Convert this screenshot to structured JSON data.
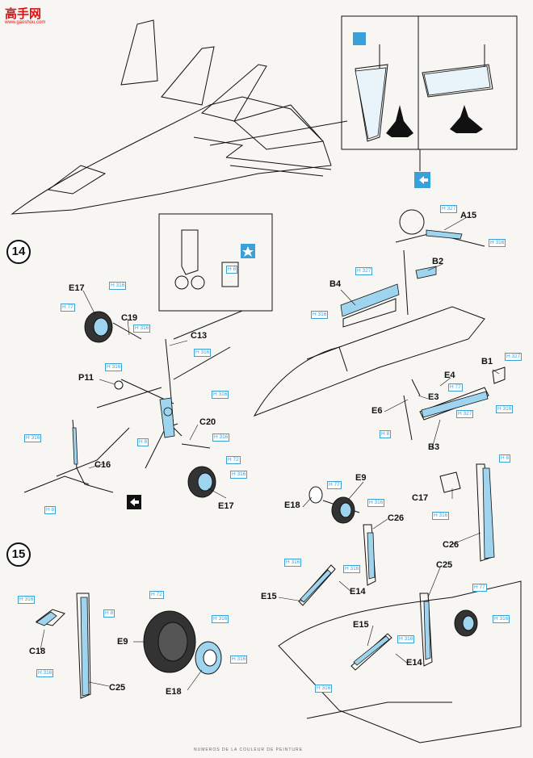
{
  "watermark": {
    "brand": "高手网",
    "site": "www.gaoshou.com"
  },
  "steps": {
    "s14": "14",
    "s15": "15"
  },
  "parts": {
    "A15": "A15",
    "B1": "B1",
    "B2": "B2",
    "B3": "B3",
    "B4": "B4",
    "C13": "C13",
    "C16": "C16",
    "C17": "C17",
    "C18": "C18",
    "C19": "C19",
    "C20": "C20",
    "C25": "C25",
    "C26": "C26",
    "C26b": "C26",
    "C25b": "C25",
    "E3": "E3",
    "E4": "E4",
    "E6": "E6",
    "E9": "E9",
    "E9b": "E9",
    "E14": "E14",
    "E14b": "E14",
    "E15": "E15",
    "E15b": "E15",
    "E17": "E17",
    "E17b": "E17",
    "E18": "E18",
    "E18b": "E18",
    "P11": "P11"
  },
  "colors": {
    "H8": "H 8",
    "H72": "H 72",
    "H77": "H 77",
    "H316": "H 316",
    "H327": "H 327"
  },
  "palette": {
    "part_blue": "#9fd4ee",
    "callout_blue": "#3aa0d8",
    "ink": "#111111",
    "paper": "#f7f6f2"
  },
  "icons": [
    "reverse-side-icon",
    "decal-icon",
    "arrow-icon",
    "star-icon",
    "aircraft-silhouette-icon"
  ],
  "footer": "NUMEROS DE LA COULEUR DE PEINTURE"
}
